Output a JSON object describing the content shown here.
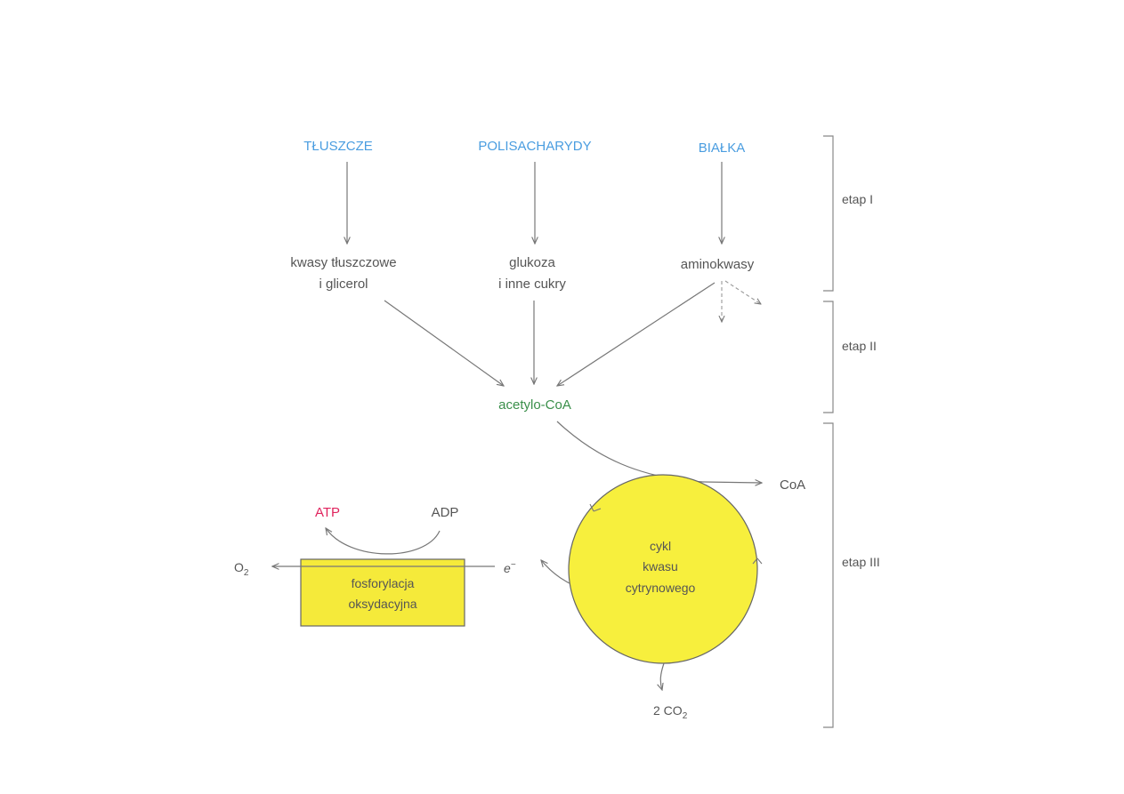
{
  "sources": {
    "fats": "TŁUSZCZE",
    "polysaccharides": "POLISACHARYDY",
    "proteins": "BIAŁKA"
  },
  "intermediates": {
    "fatty_acids_line1": "kwasy tłuszczowe",
    "fatty_acids_line2": "i glicerol",
    "glucose_line1": "glukoza",
    "glucose_line2": "i inne cukry",
    "amino_acids": "aminokwasy"
  },
  "acetyl_coa": "acetylo-CoA",
  "coa": "CoA",
  "cycle": {
    "line1": "cykl",
    "line2": "kwasu",
    "line3": "cytrynowego"
  },
  "co2": {
    "prefix": "2 CO",
    "subscript": "2"
  },
  "oxidative": {
    "line1": "fosforylacja",
    "line2": "oksydacyjna"
  },
  "atp": "ATP",
  "adp": "ADP",
  "electron": {
    "symbol": "e",
    "superscript": "−"
  },
  "oxygen": {
    "symbol": "O",
    "subscript": "2"
  },
  "stages": {
    "stage1": "etap I",
    "stage2": "etap II",
    "stage3": "etap III"
  },
  "colors": {
    "source_blue": "#4a9de0",
    "acetyl_green": "#3a8f4a",
    "atp_red": "#e0245e",
    "cycle_fill": "#f7ef3d",
    "box_fill": "#f5ea3a",
    "line_gray": "#777777",
    "text_gray": "#555555"
  }
}
